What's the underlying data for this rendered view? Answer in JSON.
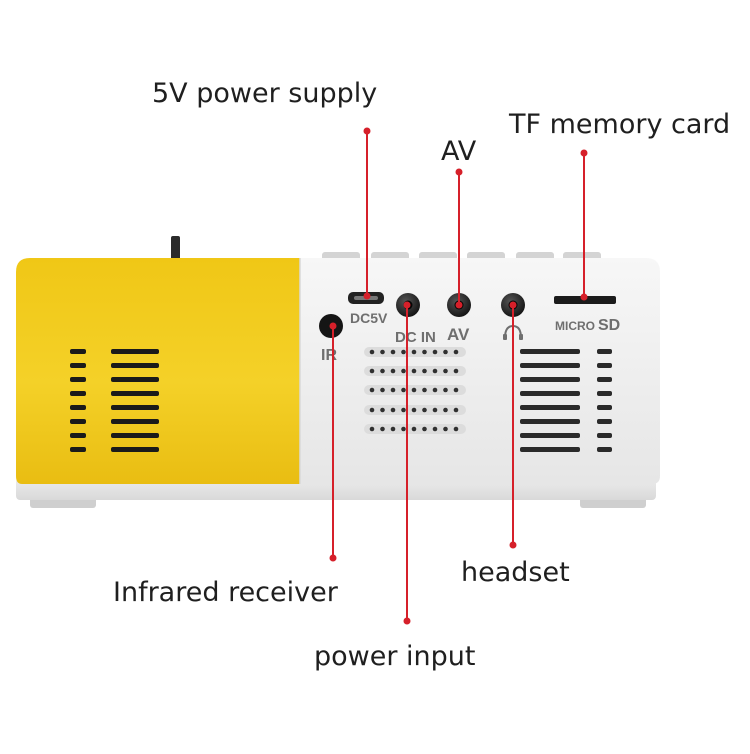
{
  "callouts": {
    "power_supply": "5V power supply",
    "av": "AV",
    "tf_card": "TF memory card",
    "infrared": "Infrared receiver",
    "headset": "headset",
    "power_input": "power input"
  },
  "device_markings": {
    "dc5v": "DC5V",
    "ir": "IR",
    "dc_in": "DC IN",
    "av": "AV",
    "micro": "MICRO",
    "sd": "SD"
  },
  "colors": {
    "yellow_panel": "#f2cd1b",
    "white_panel": "#f3f3f3",
    "leader_line": "#d6202a"
  }
}
